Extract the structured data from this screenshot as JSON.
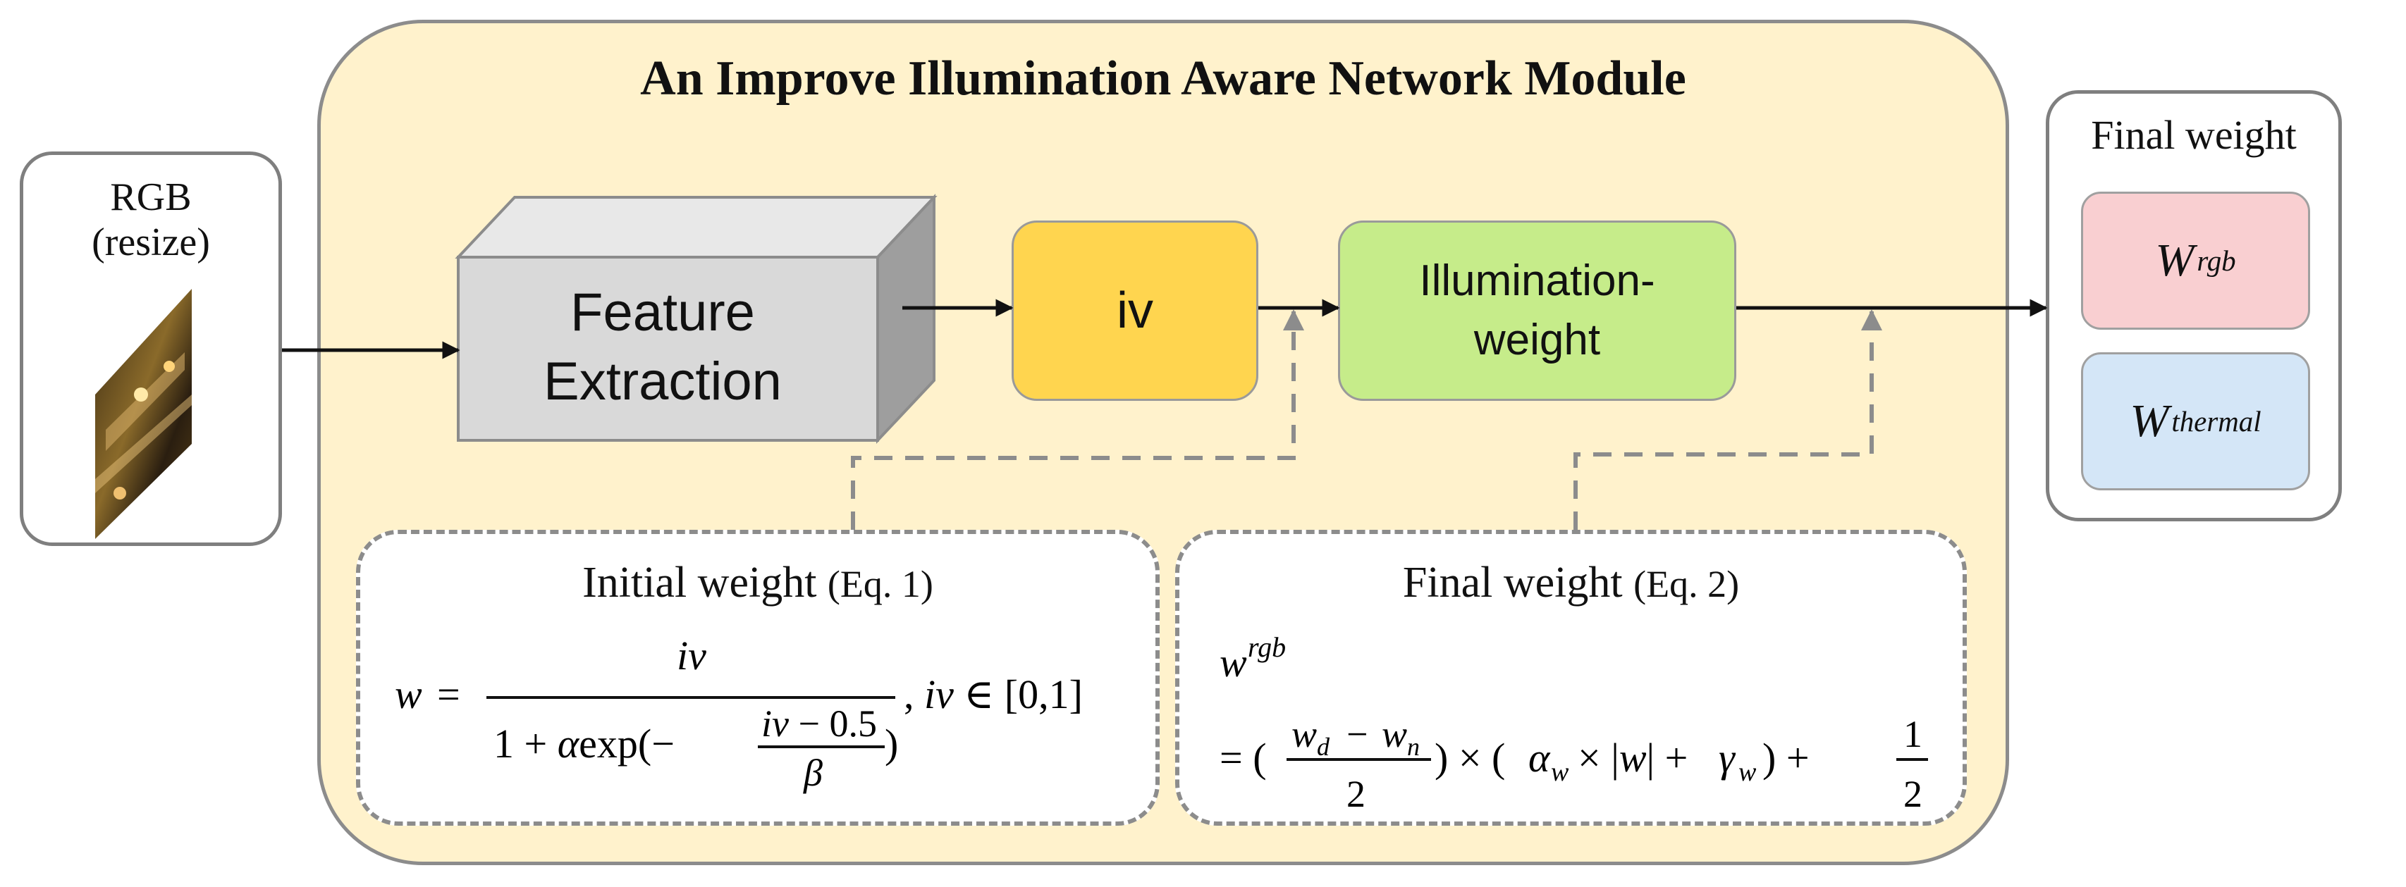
{
  "input": {
    "title_line1": "RGB",
    "title_line2": "(resize)"
  },
  "module": {
    "title": "An Improve Illumination Aware Network Module"
  },
  "feature_extraction": {
    "line1": "Feature",
    "line2": "Extraction"
  },
  "iv_box": {
    "label": "iv"
  },
  "illumination_box": {
    "line1": "Illumination-",
    "line2": "weight"
  },
  "eq1": {
    "title": "Initial weight",
    "ref": "(Eq. 1)"
  },
  "eq2": {
    "title": "Final weight",
    "ref": "(Eq. 2)"
  },
  "final_panel": {
    "title": "Final weight",
    "w_base": "W",
    "rgb_sup": "rgb",
    "thermal_sup": "thermal"
  },
  "colors": {
    "module_bg": "#fff2cc",
    "iv_bg": "#ffd54f",
    "illum_bg": "#c6ec8a",
    "w_rgb_bg": "#f9cfd1",
    "w_thermal_bg": "#d4e6f7",
    "cube": "#d9d9d9"
  }
}
